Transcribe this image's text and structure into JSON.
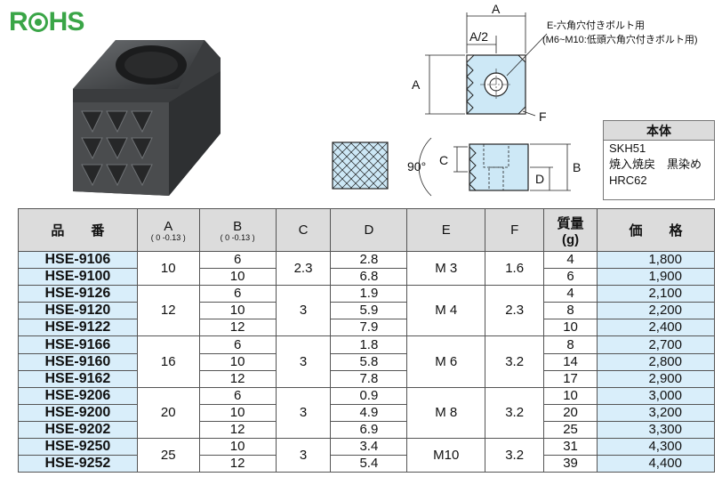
{
  "logo": {
    "text": "RoHS",
    "color": "#3aa547"
  },
  "drawing": {
    "dim_A": "A",
    "dim_A_half": "A/2",
    "dim_A_side": "A",
    "dim_B": "B",
    "dim_C": "C",
    "dim_D": "D",
    "dim_F": "F",
    "angle": "90°",
    "note_line1": "E-六角穴付きボルト用",
    "note_line2": "(M6~M10:低頭六角穴付きボルト用)"
  },
  "material_box": {
    "header": "本体",
    "lines": [
      "SKH51",
      "焼入焼戻　黒染め",
      "HRC62"
    ]
  },
  "table": {
    "headers": {
      "part": "品　　番",
      "A": "A",
      "A_tol": "( 0 -0.13 )",
      "B": "B",
      "B_tol": "( 0 -0.13 )",
      "C": "C",
      "D": "D",
      "E": "E",
      "F": "F",
      "mass": "質量",
      "mass_unit": "(g)",
      "price": "価　　格"
    },
    "groups": [
      {
        "A": "10",
        "C": "2.3",
        "E": "M 3",
        "F": "1.6",
        "rows": [
          {
            "code": "HSE-9106",
            "B": "6",
            "D": "2.8",
            "g": "4",
            "price": "1,800"
          },
          {
            "code": "HSE-9100",
            "B": "10",
            "D": "6.8",
            "g": "6",
            "price": "1,900"
          }
        ]
      },
      {
        "A": "12",
        "C": "3",
        "E": "M 4",
        "F": "2.3",
        "rows": [
          {
            "code": "HSE-9126",
            "B": "6",
            "D": "1.9",
            "g": "4",
            "price": "2,100"
          },
          {
            "code": "HSE-9120",
            "B": "10",
            "D": "5.9",
            "g": "8",
            "price": "2,200"
          },
          {
            "code": "HSE-9122",
            "B": "12",
            "D": "7.9",
            "g": "10",
            "price": "2,400"
          }
        ]
      },
      {
        "A": "16",
        "C": "3",
        "E": "M 6",
        "F": "3.2",
        "rows": [
          {
            "code": "HSE-9166",
            "B": "6",
            "D": "1.8",
            "g": "8",
            "price": "2,700"
          },
          {
            "code": "HSE-9160",
            "B": "10",
            "D": "5.8",
            "g": "14",
            "price": "2,800"
          },
          {
            "code": "HSE-9162",
            "B": "12",
            "D": "7.8",
            "g": "17",
            "price": "2,900"
          }
        ]
      },
      {
        "A": "20",
        "C": "3",
        "E": "M 8",
        "F": "3.2",
        "rows": [
          {
            "code": "HSE-9206",
            "B": "6",
            "D": "0.9",
            "g": "10",
            "price": "3,000"
          },
          {
            "code": "HSE-9200",
            "B": "10",
            "D": "4.9",
            "g": "20",
            "price": "3,200"
          },
          {
            "code": "HSE-9202",
            "B": "12",
            "D": "6.9",
            "g": "25",
            "price": "3,300"
          }
        ]
      },
      {
        "A": "25",
        "C": "3",
        "E": "M10",
        "F": "3.2",
        "rows": [
          {
            "code": "HSE-9250",
            "B": "10",
            "D": "3.4",
            "g": "31",
            "price": "4,300"
          },
          {
            "code": "HSE-9252",
            "B": "12",
            "D": "5.4",
            "g": "39",
            "price": "4,400"
          }
        ]
      }
    ]
  }
}
